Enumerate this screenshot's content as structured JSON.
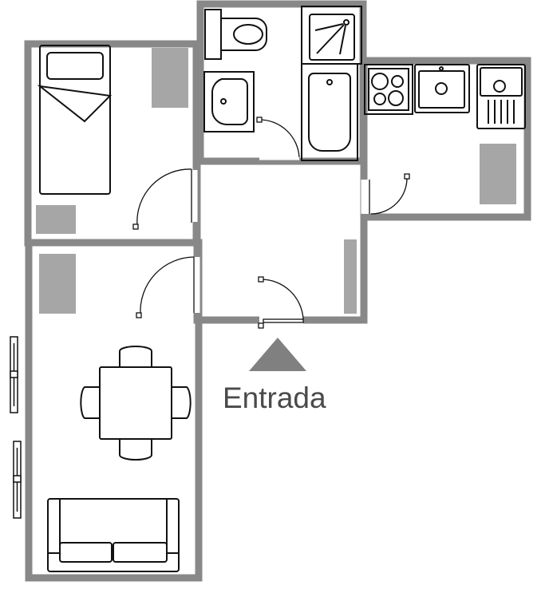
{
  "entrance": {
    "label": "Entrada",
    "arrow": "up-triangle"
  },
  "rooms": [
    "bedroom",
    "bathroom",
    "kitchen",
    "hall",
    "living-room"
  ],
  "colors": {
    "wall": "#888888",
    "furniture_block": "#a6a6a6",
    "line": "#111111",
    "label": "#4a4a4a",
    "arrow": "#808080"
  }
}
